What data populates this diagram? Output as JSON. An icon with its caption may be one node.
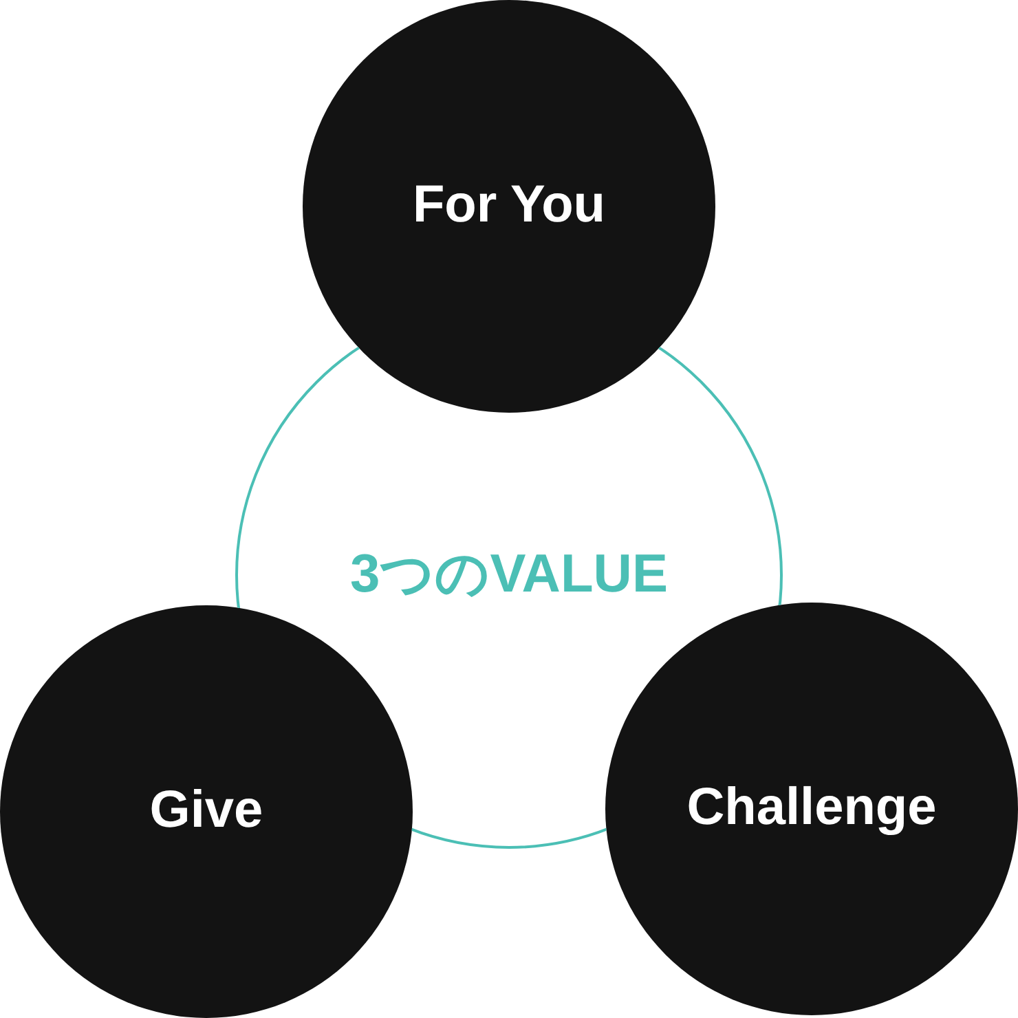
{
  "diagram": {
    "nodes": [
      {
        "text": [
          "For You"
        ]
      },
      {
        "text": [
          "3つのVALUE"
        ]
      },
      {
        "text": [
          "Give"
        ]
      },
      {
        "text": [
          "Challenge"
        ]
      }
    ]
  }
}
